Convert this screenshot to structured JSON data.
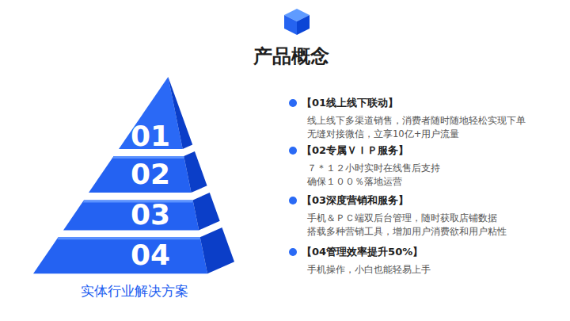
{
  "diagram": {
    "title": "产品概念",
    "caption": "实体行业解决方案",
    "nodes": [
      {
        "text": [
          "01"
        ]
      },
      {
        "text": [
          "02"
        ]
      },
      {
        "text": [
          "03"
        ]
      },
      {
        "text": [
          "04"
        ]
      }
    ],
    "labels": [
      "【01线上线下联动】",
      "线上线下多渠道销售，消费者随时随地轻松实现下单",
      "无缝对接微信，立享10亿+用户流量",
      "【02专属ＶＩＰ服务】",
      "７＊１２小时实时在线售后支持",
      "确保１００％落地运营",
      "【03深度营销和服务】",
      "手机＆ＰＣ端双后台管理，随时获取店铺数据",
      "搭载多种营销工具，增加用户消费欲和用户粘性",
      "【04管理效率提升50%】",
      "手机操作，小白也能轻易上手"
    ]
  }
}
